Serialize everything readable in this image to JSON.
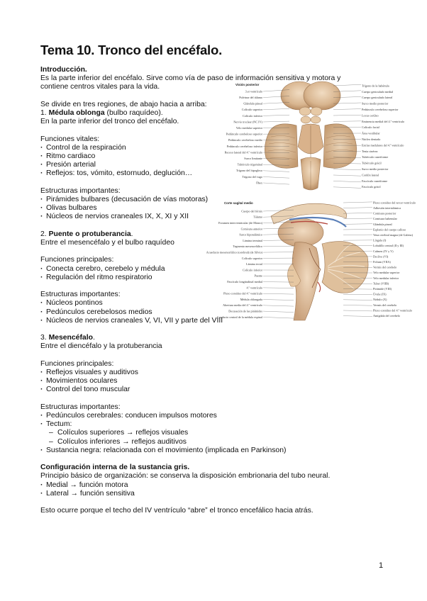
{
  "title": "Tema 10. Tronco del encéfalo.",
  "intro": {
    "heading": "Introducción.",
    "line1": "Es la parte inferior del encéfalo. Sirve como vía de paso de información sensitiva y motora y",
    "line2": "contiene centros vitales para la vida.",
    "line3": "Se divide en tres regiones, de abajo hacia a arriba:"
  },
  "medula": {
    "num": "1. ",
    "name": "Médula oblonga",
    "paren": " (bulbo raquídeo).",
    "desc": "En la parte inferior del tronco del encéfalo.",
    "func_heading": "Funciones vitales:",
    "funcs": [
      "Control de la respiración",
      "Ritmo cardiaco",
      "Presión arterial",
      "Reflejos: tos, vómito, estornudo, deglución…"
    ],
    "struct_heading": "Estructuras importantes:",
    "structs": [
      "Pirámides bulbares (decusación de vías motoras)",
      "Olivas bulbares",
      "Núcleos de nervios craneales IX, X, XI y XII"
    ]
  },
  "puente": {
    "num": "2. ",
    "name": "Puente o protuberancia",
    "dot": ".",
    "desc": "Entre el mesencéfalo y el bulbo raquídeo",
    "func_heading": "Funciones principales:",
    "funcs": [
      "Conecta cerebro, cerebelo y médula",
      "Regulación del ritmo respiratorio"
    ],
    "struct_heading": "Estructuras importantes:",
    "structs": [
      "Núcleos pontinos",
      "Pedúnculos cerebelosos medios",
      "Núcleos de nervios craneales V, VI, VII y parte del VIII"
    ]
  },
  "mesencefalo": {
    "num": "3. ",
    "name": "Mesencéfalo",
    "dot": ".",
    "desc": "Entre el diencéfalo y la protuberancia",
    "func_heading": "Funciones principales:",
    "funcs": [
      "Reflejos visuales y auditivos",
      "Movimientos oculares",
      "Control del tono muscular"
    ],
    "struct_heading": "Estructuras importantes:",
    "structs": [
      "Pedúnculos cerebrales: conducen impulsos motores",
      "Tectum:"
    ],
    "tectum": [
      "Colículos superiores → reflejos visuales",
      "Colículos inferiores → reflejos auditivos"
    ],
    "last": "Sustancia negra: relacionada con el movimiento (implicada en Parkinson)"
  },
  "config": {
    "heading": "Configuración interna de la sustancia gris.",
    "line1": "Principio básico de organización: se conserva la disposición embrionaria del tubo neural.",
    "items": [
      "Medial → función motora",
      "Lateral → función sensitiva"
    ],
    "closing": "Esto ocurre porque el techo del IV ventrículo “abre” el tronco encefálico hacia atrás."
  },
  "page_number": "1",
  "figure_top": {
    "heading": "Visión posterior",
    "left_labels": [
      "3.er ventrículo",
      "Pulvinar del tálamo",
      "Glándula pineal",
      "Colículo superior",
      "Colículo inferior",
      "Nervio troclear (NC IV)",
      "Velo medular superior",
      "Pedúnculo cerebeloso superior",
      "Pedúnculo cerebeloso medio",
      "Pedúnculo cerebeloso inferior",
      "Receso lateral del 4.º ventrículo",
      "Surco limitante",
      "Tubérculo trigeminal",
      "Trígono del hipogloso",
      "Trígono del vago",
      "Óbex"
    ],
    "right_labels": [
      "Trígono de la habénula",
      "Cuerpo geniculado medial",
      "Cuerpo geniculado lateral",
      "Surco medio posterior",
      "Pedúnculo cerebeloso superior",
      "Locus cerúleo",
      "Eminencia medial del 4.º ventrículo",
      "Colículo facial",
      "Área vestibular",
      "Núcleo dentado",
      "Estrías medulares del 4.º ventrículo",
      "Tenia cinérea",
      "Tubérculo cuneiforme",
      "Tubérculo grácil",
      "Surco medio posterior",
      "Cordón lateral",
      "Fascículo cuneiforme",
      "Fascículo grácil"
    ]
  },
  "figure_bottom": {
    "heading": "Corte sagital medio",
    "left_labels": [
      "Cuerpo del fórnix",
      "Tálamo",
      "Foramen interventricular (de Monro)",
      "Comisura anterior",
      "Surco hipotalámico",
      "Lámina terminal",
      "Tegmento mesencefálico",
      "Acueducto mesencefálico (cerebral) (de Silvio)",
      "Colículo superior",
      "Lámina tectal",
      "Colículo inferior",
      "Puente",
      "Fascículo longitudinal medial",
      "4.º ventrículo",
      "Plexo coroideo del 4.º ventrículo",
      "Médula oblongada",
      "Abertura media del 4.º ventrículo",
      "Decusación de las pirámides",
      "Conducto central de la médula espinal"
    ],
    "right_labels": [
      "Plexo coroideo del tercer ventrículo",
      "Adhesión intertalámica",
      "Comisura posterior",
      "Comisura habenular",
      "Glándula pineal",
      "Esplenio del cuerpo calloso",
      "Vena cerebral magna (de Galeno)",
      "Língula (I)",
      "Lobulillo central (II y III)",
      "Culmen (IV y V)",
      "Declive (VI)",
      "Folium (VIIA)",
      "Vermis del cerebelo",
      "Velo medular superior",
      "Velo medular inferior",
      "Tuber (VIIB)",
      "Pirámide (VIII)",
      "Úvula (IX)",
      "Nódulo (X)",
      "Vermis del cerebelo",
      "Plexo coroideo del 4.º ventrículo",
      "Amígdala del cerebelo"
    ]
  }
}
